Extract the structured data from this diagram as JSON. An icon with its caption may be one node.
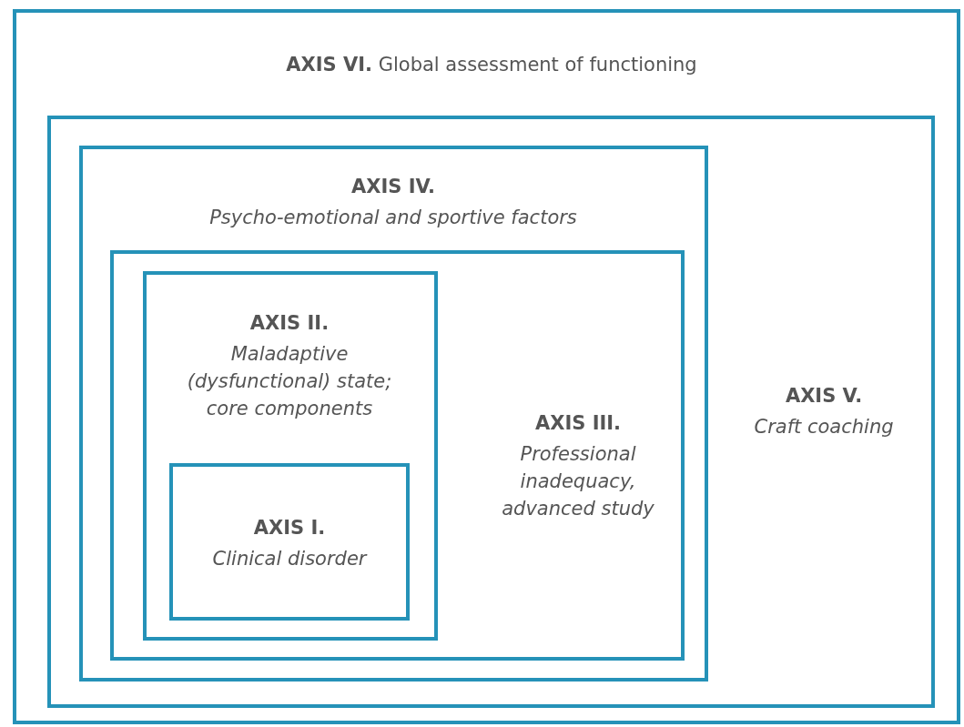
{
  "diagram": {
    "nodes": [
      {
        "text": [
          "**AXIS VI.** Global assessment of functioning"
        ]
      },
      {
        "text": [
          "AXIS V.",
          "Craft coaching"
        ],
        "in": 0
      },
      {
        "text": [
          "AXIS IV.",
          "Psycho-emotional and sportive factors"
        ],
        "in": 1
      },
      {
        "text": [
          "AXIS III.",
          "Professional inadequacy, advanced study"
        ],
        "in": 2
      },
      {
        "text": [
          "AXIS II.",
          "Maladaptive (dysfunctional) state; core components"
        ],
        "in": 3
      },
      {
        "text": [
          "AXIS I.",
          "Clinical disorder"
        ],
        "in": 4
      }
    ]
  }
}
